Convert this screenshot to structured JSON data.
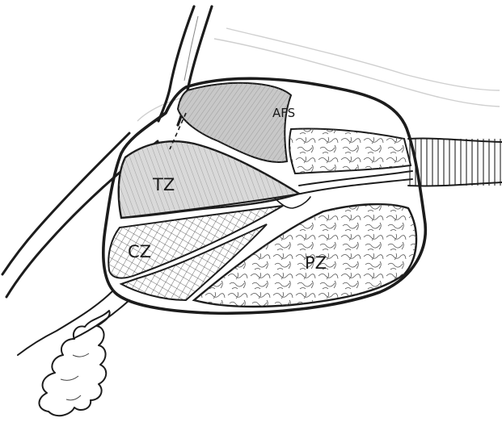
{
  "labels": {
    "afs": "AFS",
    "tz": "TZ",
    "cz": "CZ",
    "pz": "PZ"
  },
  "colors": {
    "ink": "#1c1c1c",
    "tz_fill": "#d9d9d9",
    "afs_fill": "#c8c8c8",
    "background": "#ffffff"
  }
}
